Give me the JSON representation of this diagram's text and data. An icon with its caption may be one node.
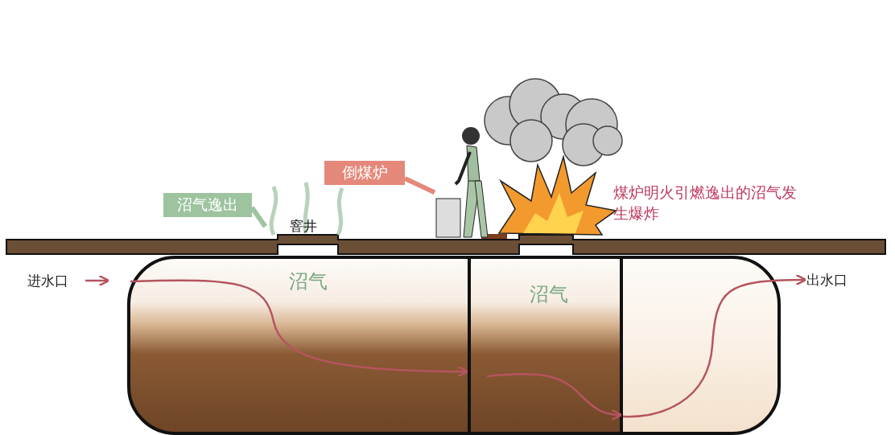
{
  "diagram": {
    "nodes": [
      {
        "text": [
          "沼气逸出"
        ]
      },
      {
        "text": [],
        "shape": "picture"
      },
      {
        "text": [
          "倒煤炉"
        ]
      },
      {
        "text": [],
        "shape": "person"
      },
      {
        "text": [
          "进水口"
        ]
      },
      {
        "text": [
          "出水口"
        ]
      },
      {
        "text": [
          "沼气"
        ]
      },
      {
        "text": [
          "沼气"
        ]
      },
      {
        "text": [],
        "shape": "box"
      }
    ],
    "edges": [
      {
        "from": 0,
        "to": 1,
        "arrow": "none",
        "style": "thick",
        "color": "#9dc39f"
      },
      {
        "from": 2,
        "to": 3,
        "arrow": "none",
        "style": "thick",
        "color": "#e4887a"
      },
      {
        "from": 4,
        "to": 6,
        "arrow": "to"
      },
      {
        "from": 6,
        "to": 7,
        "arrow": "to"
      },
      {
        "from": 7,
        "to": 8,
        "arrow": "to"
      },
      {
        "from": 8,
        "to": 5,
        "arrow": "to"
      }
    ],
    "labels": [
      "窨井",
      "煤炉明火引燃逸出的沼气发生爆炸"
    ]
  }
}
